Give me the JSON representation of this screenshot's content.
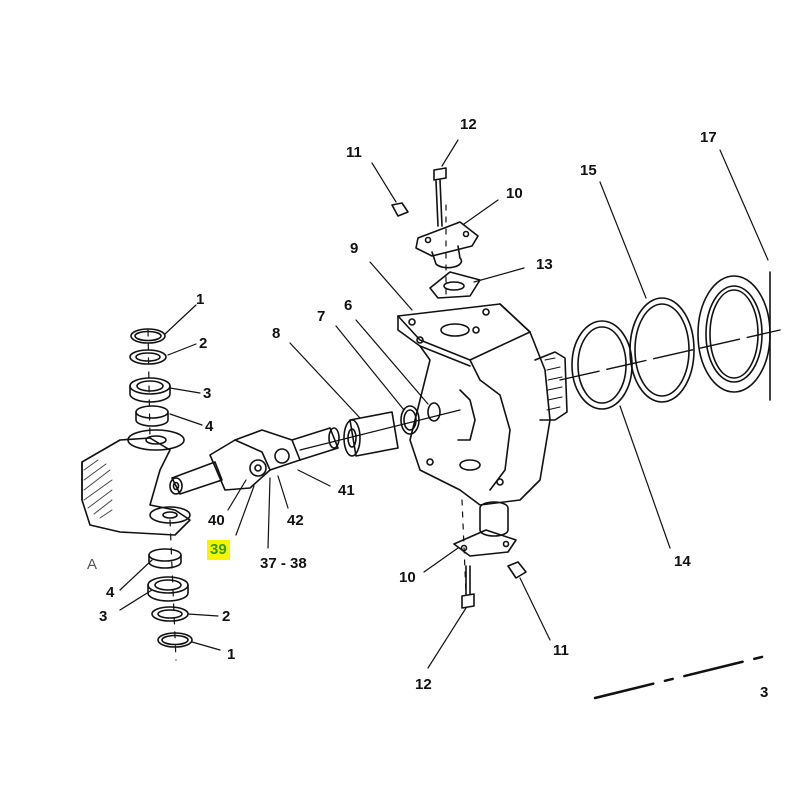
{
  "colors": {
    "line": "#111111",
    "highlight_bg": "#f5f500",
    "highlight_text": "#2e9e2e"
  },
  "section_label": "A",
  "callouts": {
    "c1_top": "1",
    "c2_top": "2",
    "c3_top": "3",
    "c4_top": "4",
    "c4_bottom": "4",
    "c3_bottom": "3",
    "c2_bottom": "2",
    "c1_bottom": "1",
    "c40": "40",
    "c39": "39",
    "c37_38": "37 - 38",
    "c42": "42",
    "c41": "41",
    "c8": "8",
    "c7": "7",
    "c6": "6",
    "c9": "9",
    "c11_top": "11",
    "c12_top": "12",
    "c10_top": "10",
    "c13": "13",
    "c10_bottom": "10",
    "c12_bottom": "12",
    "c11_bottom": "11",
    "c15": "15",
    "c17": "17",
    "c14": "14",
    "c3_edge": "3"
  },
  "highlighted_part": "39"
}
